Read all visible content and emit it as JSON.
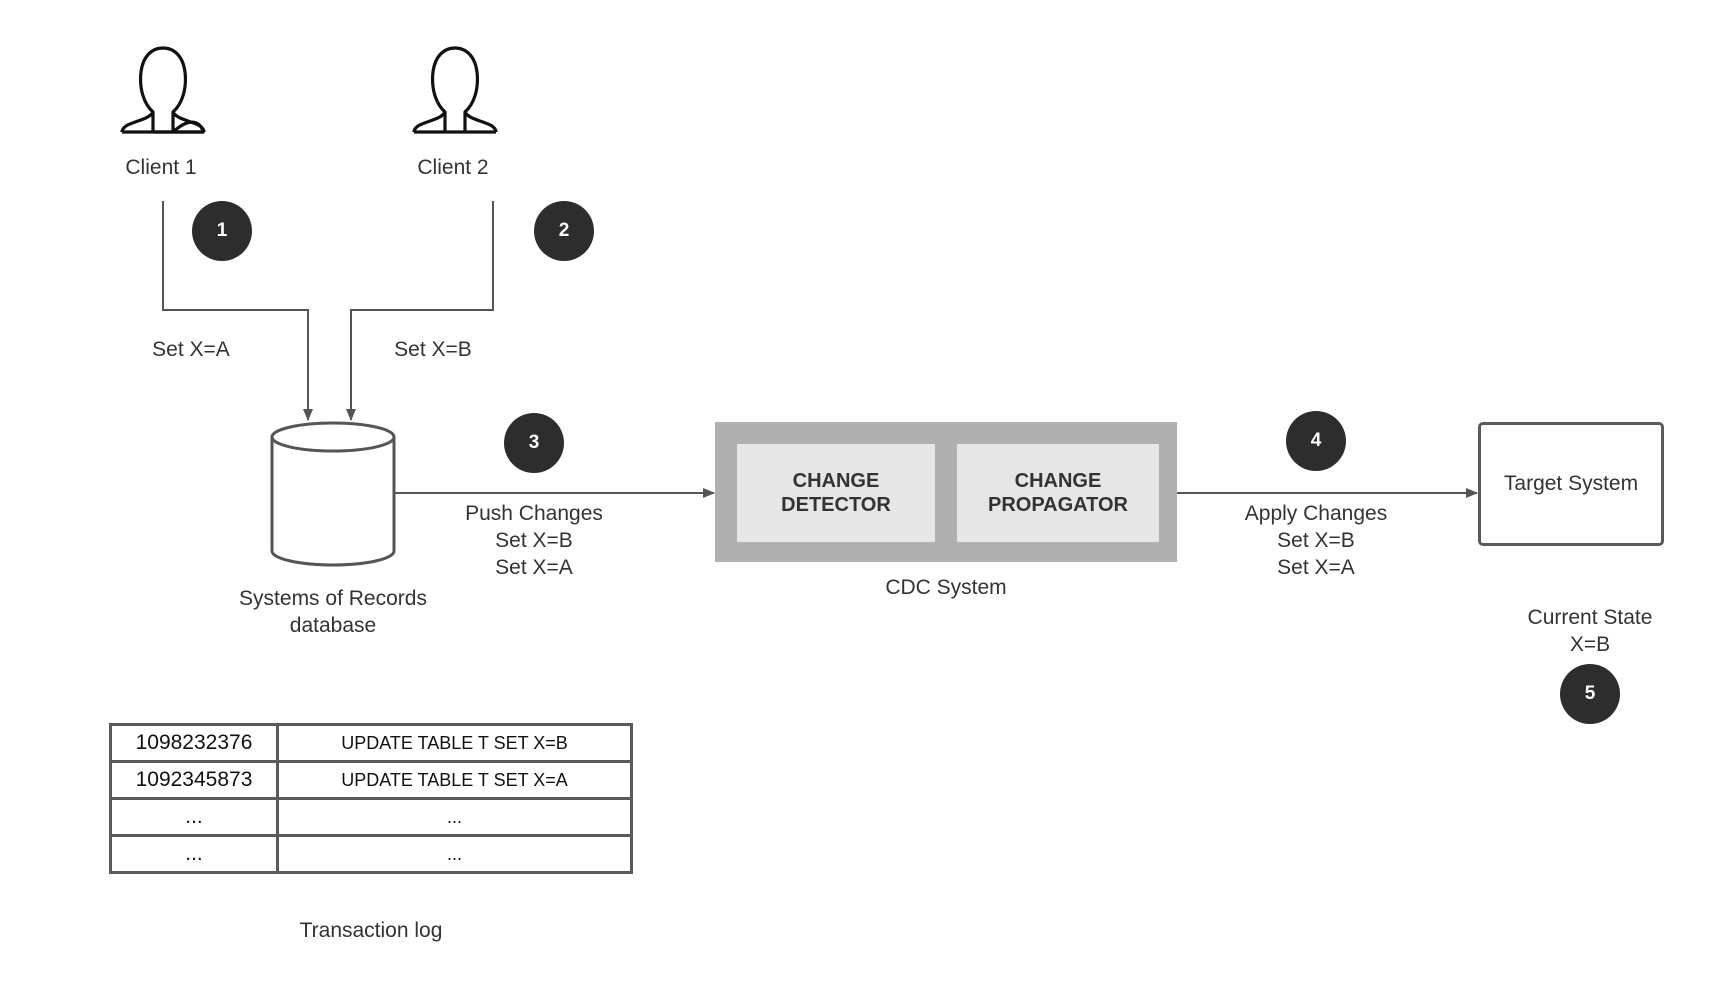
{
  "colors": {
    "line": "#555555",
    "badge": "#2d2d2d",
    "cdc_outer": "#b0b0b0",
    "cdc_inner": "#e6e6e6",
    "text": "#333333"
  },
  "clients": [
    {
      "label": "Client 1",
      "icon": "user-icon",
      "step": "1",
      "action": "Set X=A"
    },
    {
      "label": "Client 2",
      "icon": "user-icon",
      "step": "2",
      "action": "Set X=B"
    }
  ],
  "database": {
    "icon": "database-cylinder-icon",
    "label_line1": "Systems of Records",
    "label_line2": "database"
  },
  "push": {
    "step": "3",
    "line1": "Push Changes",
    "line2": "Set X=B",
    "line3": "Set X=A"
  },
  "cdc": {
    "label": "CDC System",
    "detector_line1": "CHANGE",
    "detector_line2": "DETECTOR",
    "propagator_line1": "CHANGE",
    "propagator_line2": "PROPAGATOR"
  },
  "apply": {
    "step": "4",
    "line1": "Apply Changes",
    "line2": "Set X=B",
    "line3": "Set X=A"
  },
  "target": {
    "label": "Target System",
    "state_line1": "Current State",
    "state_line2": "X=B",
    "step": "5"
  },
  "transaction_log": {
    "label": "Transaction log",
    "rows": [
      {
        "id": "1098232376",
        "statement": "UPDATE TABLE T SET X=B"
      },
      {
        "id": "1092345873",
        "statement": "UPDATE TABLE T SET X=A"
      },
      {
        "id": "...",
        "statement": "..."
      },
      {
        "id": "...",
        "statement": "..."
      }
    ]
  }
}
